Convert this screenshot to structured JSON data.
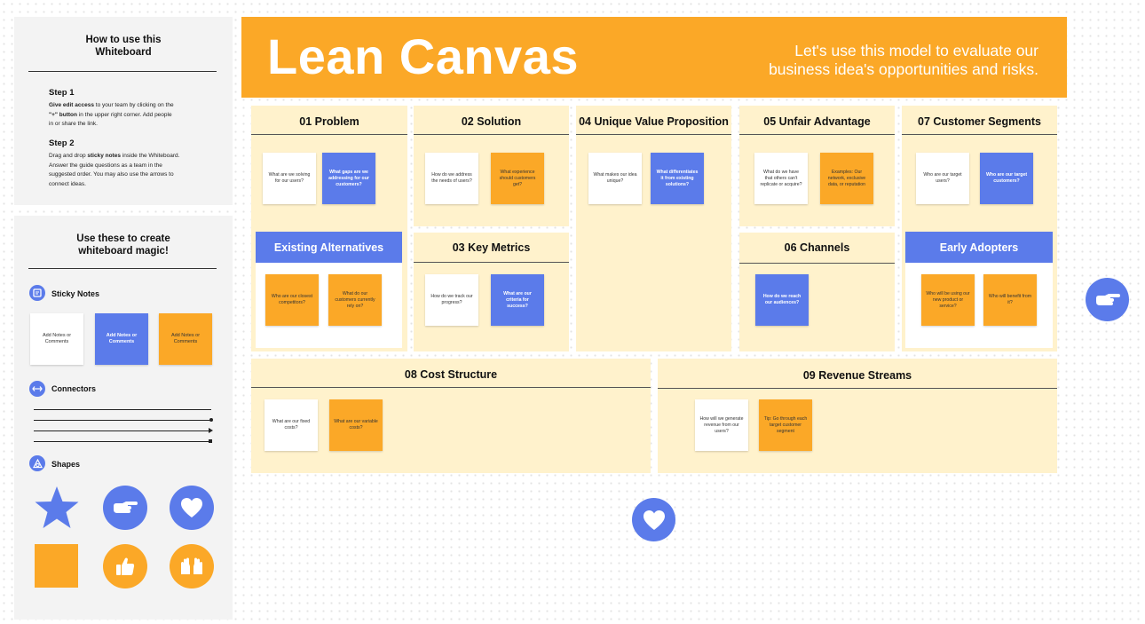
{
  "howto": {
    "title_line1": "How to use this",
    "title_line2": "Whiteboard",
    "step1_heading": "Step 1",
    "step1_line1_bold": "Give edit access",
    "step1_line1_rest": " to your team by clicking on the",
    "step1_line2_bold": "\"+\" button",
    "step1_line2_rest": " in the upper right corner. Add people",
    "step1_line3": "in or share the link.",
    "step2_heading": "Step 2",
    "step2_line1_pre": "Drag and drop ",
    "step2_line1_bold": "sticky notes",
    "step2_line1_rest": " inside the Whiteboard.",
    "step2_line2": "Answer the guide questions as a team in the",
    "step2_line3": "suggested order. You may also use the arrows to",
    "step2_line4": "connect ideas."
  },
  "library": {
    "title_line1": "Use these to create",
    "title_line2": "whiteboard magic!",
    "sticky_label": "Sticky Notes",
    "sticky_note_text": "Add Notes or Comments",
    "connectors_label": "Connectors",
    "shapes_label": "Shapes",
    "icons": [
      "sticky-notes-icon",
      "connectors-icon",
      "shapes-icon",
      "star-shape",
      "pointing-hand-shape",
      "heart-shape",
      "square-shape",
      "thumbs-up-shape",
      "raised-hands-shape"
    ]
  },
  "banner": {
    "title": "Lean Canvas",
    "subtitle_line1": "Let's use this model to evaluate our",
    "subtitle_line2": "business idea's opportunities and risks."
  },
  "sections": {
    "problem": {
      "title": "01 Problem",
      "note1": "What are we solving for our users?",
      "note2": "What gaps are we addressing for our customers?"
    },
    "existing_alternatives": {
      "title": "Existing Alternatives",
      "note1": "Who are our closest competitors?",
      "note2": "What do our customers currently rely on?"
    },
    "solution": {
      "title": "02 Solution",
      "note1": "How do we address the needs of users?",
      "note2": "What experience should customers get?"
    },
    "key_metrics": {
      "title": "03 Key Metrics",
      "note1": "How do we track our progress?",
      "note2": "What are our criteria for success?"
    },
    "uvp": {
      "title": "04 Unique Value Proposition",
      "note1": "What makes our idea unique?",
      "note2": "What differentiates it from existing solutions?"
    },
    "unfair_advantage": {
      "title": "05 Unfair Advantage",
      "note1": "What do we have that others can't replicate or acquire?",
      "note2": "Examples: Our network, exclusive data, or reputation"
    },
    "channels": {
      "title": "06 Channels",
      "note1": "How do we reach our audiences?"
    },
    "customer_segments": {
      "title": "07 Customer Segments",
      "note1": "Who are our target users?",
      "note2": "Who are our target customers?"
    },
    "early_adopters": {
      "title": "Early Adopters",
      "note1": "Who will be using our new product or service?",
      "note2": "Who will benefit from it?"
    },
    "cost_structure": {
      "title": "08 Cost Structure",
      "note1": "What are our fixed costs?",
      "note2": "What are our variable costs?"
    },
    "revenue_streams": {
      "title": "09 Revenue Streams",
      "note1": "How will we generate revenue from our users?",
      "note2": "Tip: Go through each target customer segment"
    }
  },
  "colors": {
    "orange": "#fba827",
    "blue": "#5b7bea",
    "section_bg": "#fff2cc",
    "panel_bg": "#f3f3f3"
  }
}
